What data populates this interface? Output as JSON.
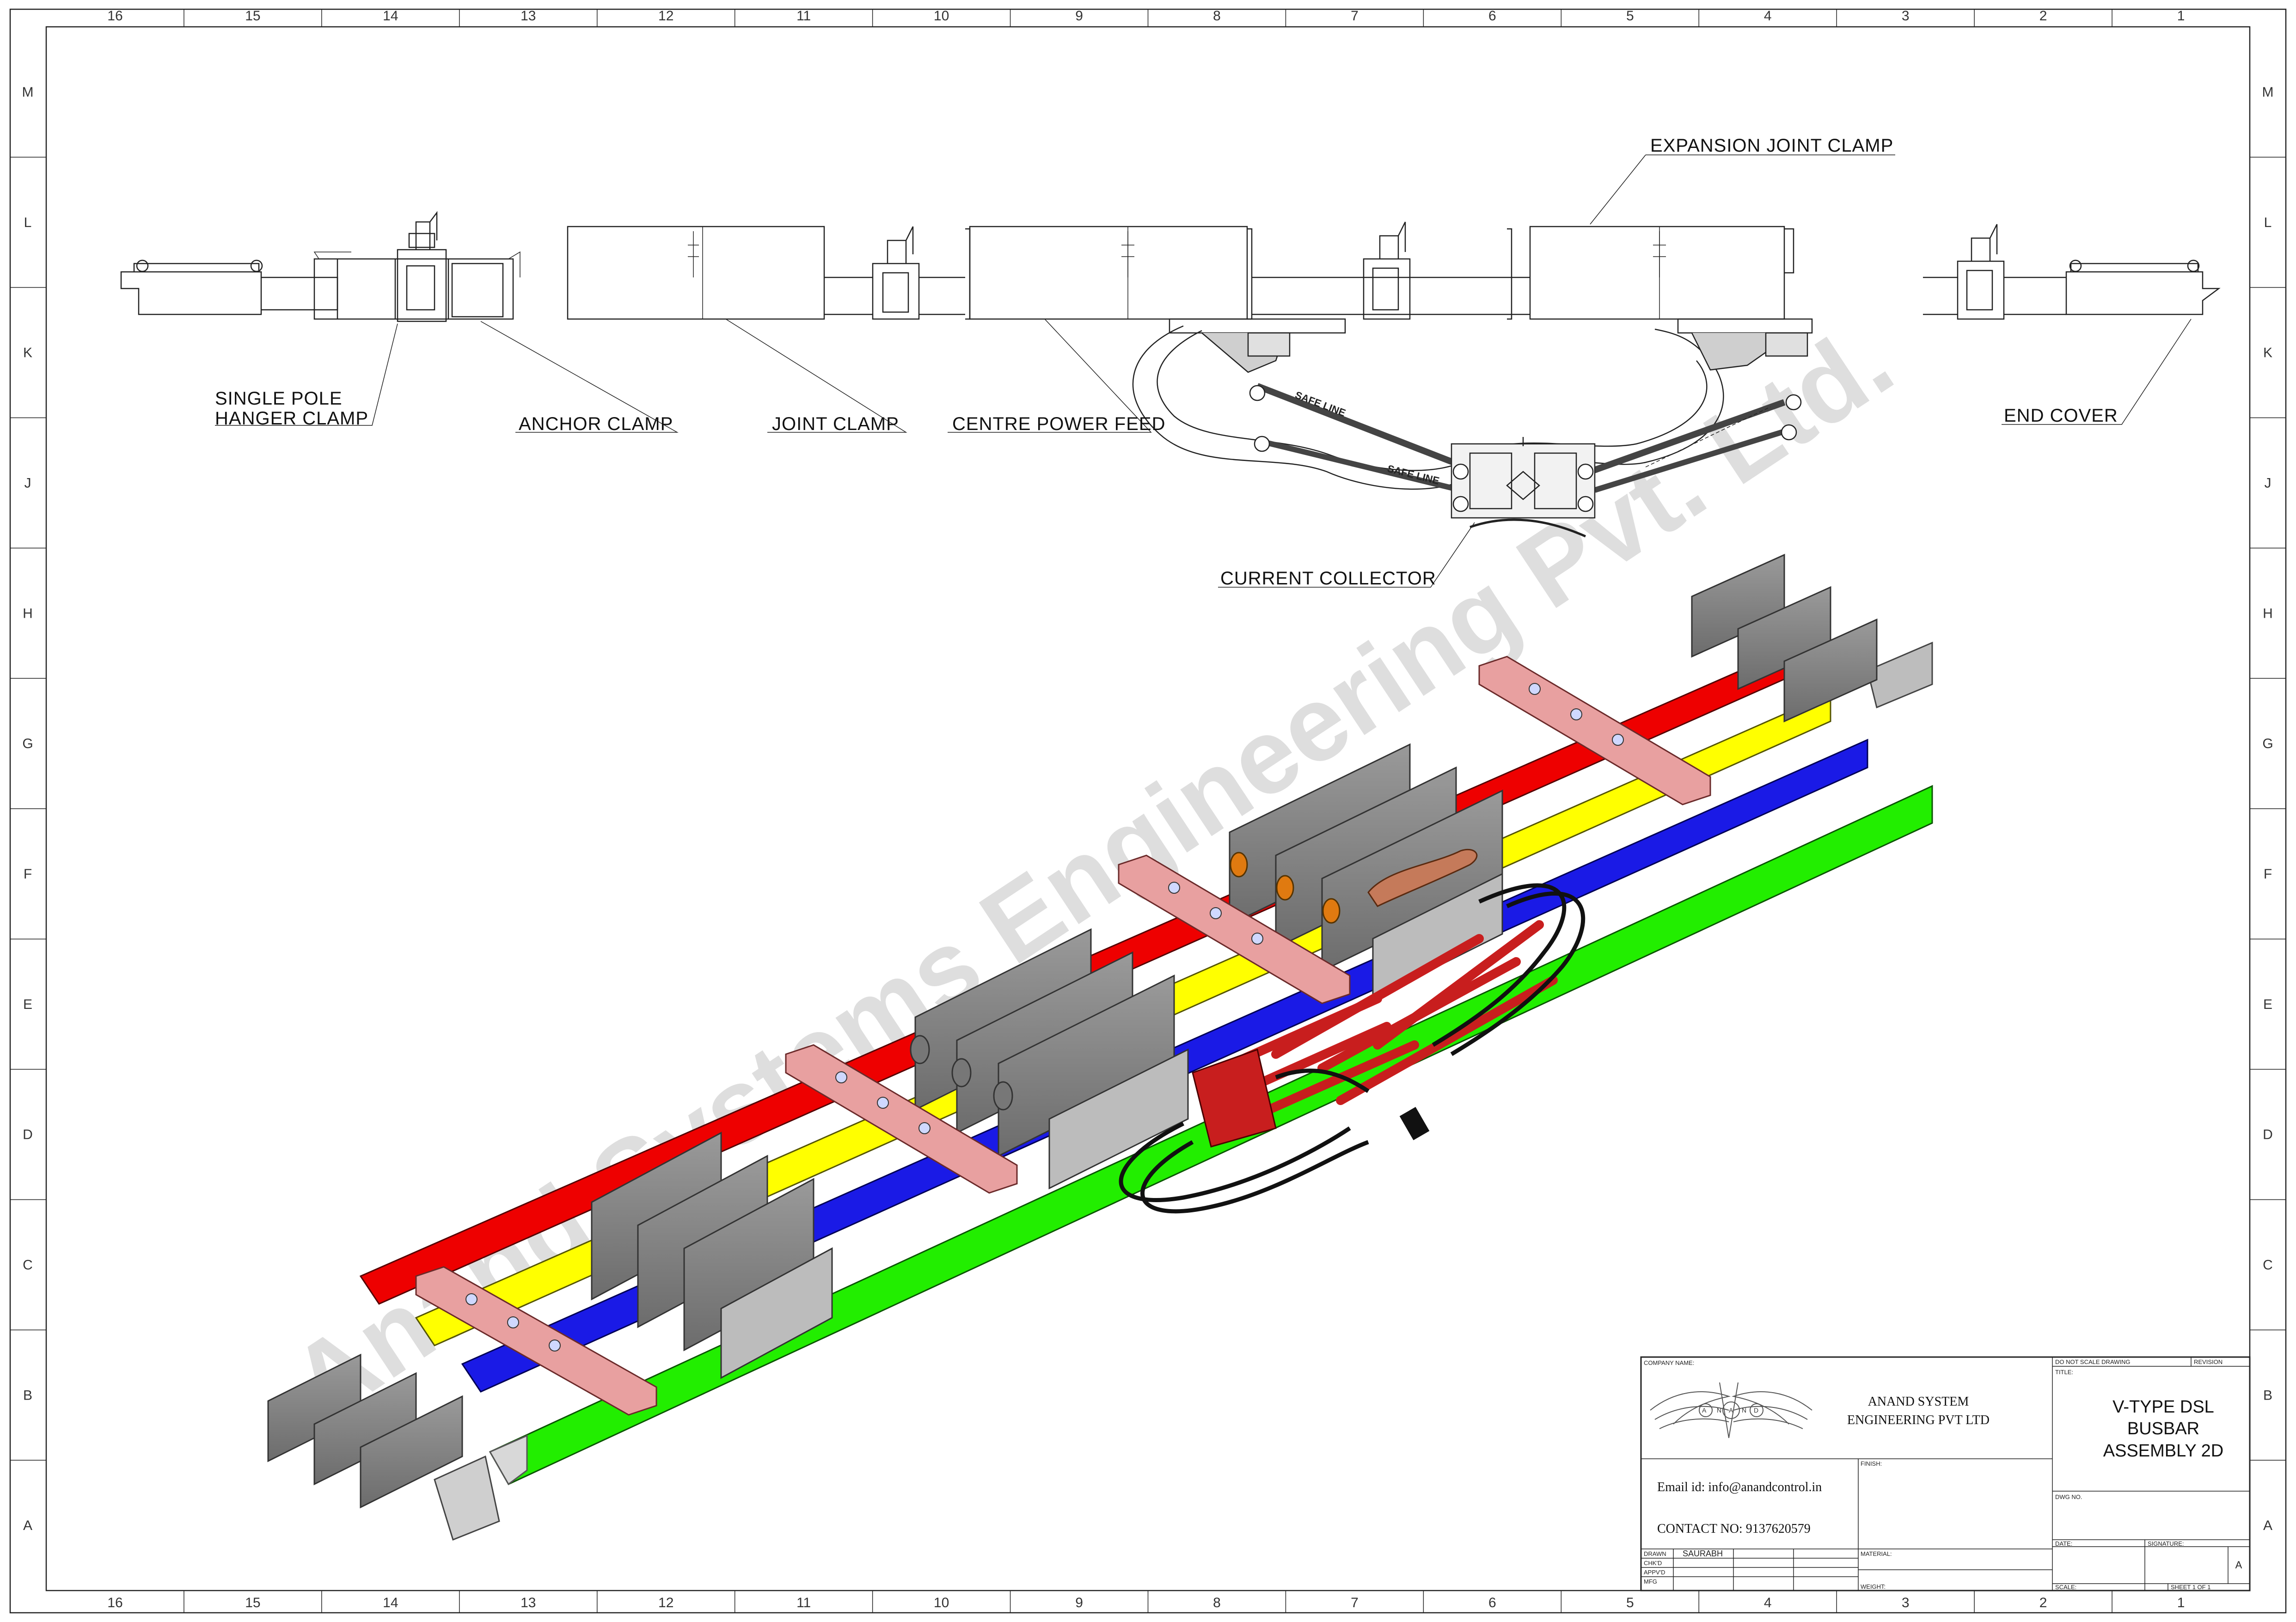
{
  "drawing": {
    "callouts": [
      {
        "id": "single-pole-hanger-clamp",
        "lines": [
          "SINGLE POLE",
          "HANGER CLAMP"
        ]
      },
      {
        "id": "anchor-clamp",
        "lines": [
          "ANCHOR CLAMP"
        ]
      },
      {
        "id": "joint-clamp",
        "lines": [
          "JOINT CLAMP"
        ]
      },
      {
        "id": "centre-power-feed",
        "lines": [
          "CENTRE POWER FEED"
        ]
      },
      {
        "id": "expansion-joint-clamp",
        "lines": [
          "EXPANSION JOINT CLAMP"
        ]
      },
      {
        "id": "end-cover",
        "lines": [
          "END COVER"
        ]
      },
      {
        "id": "current-collector",
        "lines": [
          "CURRENT COLLECTOR"
        ]
      }
    ],
    "collector_arm_text": "SAFE LINE",
    "watermark": "Anand Systems Engineering Pvt. Ltd."
  },
  "zones": {
    "columns": [
      "16",
      "15",
      "14",
      "13",
      "12",
      "11",
      "10",
      "9",
      "8",
      "7",
      "6",
      "5",
      "4",
      "3",
      "2",
      "1"
    ],
    "rows": [
      "M",
      "L",
      "K",
      "J",
      "H",
      "G",
      "F",
      "E",
      "D",
      "C",
      "B",
      "A"
    ]
  },
  "title_block": {
    "company_name_label": "COMPANY NAME:",
    "company_name": [
      "ANAND SYSTEM",
      "ENGINEERING PVT LTD"
    ],
    "logo_letters": [
      "A",
      "N",
      "A",
      "N",
      "D"
    ],
    "email": "Email id: info@anandcontrol.in",
    "contact": "CONTACT NO: 9137620579",
    "finish_label": "FINISH:",
    "do_not_scale_label": "DO NOT SCALE DRAWING",
    "revision_label": "REVISION",
    "title_label": "TITLE:",
    "title": [
      "V-TYPE DSL",
      "BUSBAR",
      "ASSEMBLY 2D"
    ],
    "dwg_no_label": "DWG NO.",
    "rows": [
      "DRAWN",
      "CHK'D",
      "APPV'D",
      "MFG"
    ],
    "drawn_name": "SAURABH",
    "material_label": "MATERIAL:",
    "weight_label": "WEIGHT:",
    "date_label": "DATE:",
    "signature_label": "SIGNATURE:",
    "size": "A",
    "scale_label": "SCALE:",
    "sheet_label": "SHEET 1 OF 1"
  },
  "colors": {
    "phase_red": "#ee0000",
    "phase_yellow": "#ffff00",
    "phase_blue": "#1a1ae6",
    "phase_green": "#22ee00",
    "housing_grey": "#7a7a7a",
    "clamp_plate": "#e8a0a0",
    "collector_red": "#c81e1e"
  }
}
